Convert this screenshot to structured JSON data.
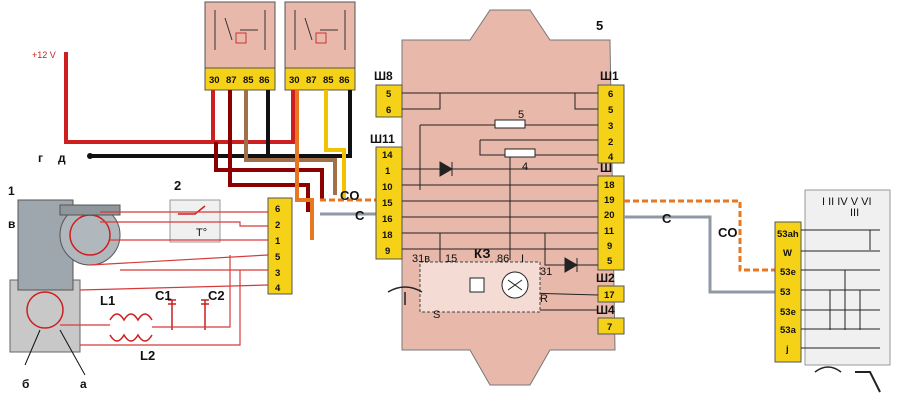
{
  "supply_label": "+12 V",
  "relay_left": {
    "pins": [
      "30",
      "87",
      "85",
      "86"
    ]
  },
  "relay_right": {
    "pins": [
      "30",
      "87",
      "85",
      "86"
    ]
  },
  "control_unit": {
    "ref": "5",
    "left_connectors": [
      {
        "name": "Ш8",
        "pins": [
          "5",
          "6"
        ]
      },
      {
        "name": "Ш11",
        "pins": [
          "14",
          "1",
          "10",
          "15",
          "16",
          "18",
          "9"
        ]
      }
    ],
    "right_connectors": [
      {
        "name": "Ш1",
        "pins": [
          "6",
          "5",
          "3",
          "2",
          "4"
        ]
      },
      {
        "name": "Ш",
        "pins": [
          "18",
          "19",
          "20",
          "11",
          "9",
          "5"
        ]
      },
      {
        "name": "Ш2",
        "pins": [
          "17"
        ]
      },
      {
        "name": "Ш4",
        "pins": [
          "7"
        ]
      }
    ],
    "internal_resistors": [
      "5",
      "4"
    ],
    "relay_ref": "КЗ",
    "relay_pins": [
      "31в",
      "15",
      "86",
      "I",
      "31",
      "S",
      "R"
    ]
  },
  "motor_connector": {
    "pins": [
      "6",
      "2",
      "1",
      "5",
      "3",
      "4"
    ]
  },
  "motor_labels": {
    "num1": "1",
    "g": "г",
    "d": "д",
    "v": "в",
    "b": "б",
    "a": "а"
  },
  "thermal_switch": {
    "ref": "2",
    "symbol": "T°"
  },
  "inductors": {
    "L1": "L1",
    "L2": "L2",
    "C1": "C1",
    "C2": "C2"
  },
  "wire_labels": {
    "co_left": "CO",
    "c_left": "C",
    "c_right": "C",
    "co_right": "CO"
  },
  "switch": {
    "pins": [
      "53ah",
      "W",
      "53e",
      "53",
      "53e",
      "53a",
      "j"
    ],
    "positions": "I  II  IV  V  VI",
    "position_iii": "III"
  },
  "colors": {
    "red": "#cc1f1f",
    "dark_red": "#8b0000",
    "brown": "#a0704a",
    "black": "#111111",
    "orange": "#e87722",
    "yellow": "#f2c200",
    "connector": "#f5d218",
    "housing": "#e8b8ab",
    "wiring": "#d83a3a",
    "gray_wire": "#8e99a4"
  }
}
